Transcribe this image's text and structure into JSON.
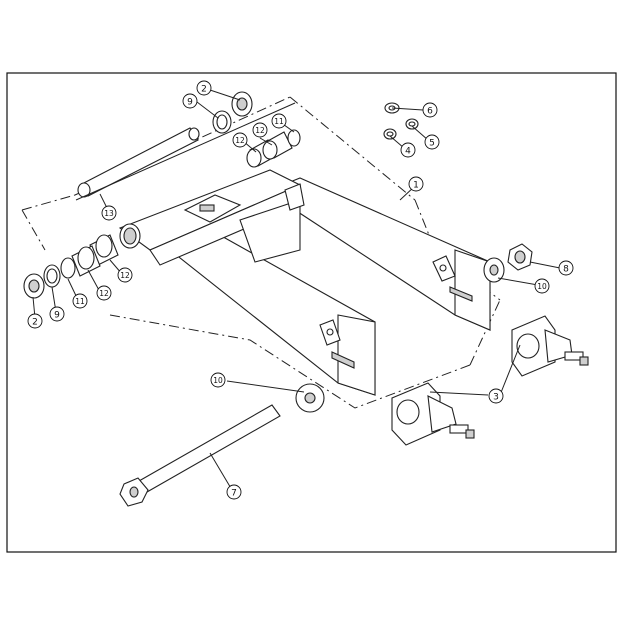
{
  "callouts": [
    {
      "num": "1"
    },
    {
      "num": "2"
    },
    {
      "num": "2"
    },
    {
      "num": "3"
    },
    {
      "num": "4"
    },
    {
      "num": "5"
    },
    {
      "num": "6"
    },
    {
      "num": "7"
    },
    {
      "num": "8"
    },
    {
      "num": "9"
    },
    {
      "num": "9"
    },
    {
      "num": "10"
    },
    {
      "num": "10"
    },
    {
      "num": "11"
    },
    {
      "num": "11"
    },
    {
      "num": "12"
    },
    {
      "num": "12"
    },
    {
      "num": "12"
    },
    {
      "num": "13"
    }
  ]
}
